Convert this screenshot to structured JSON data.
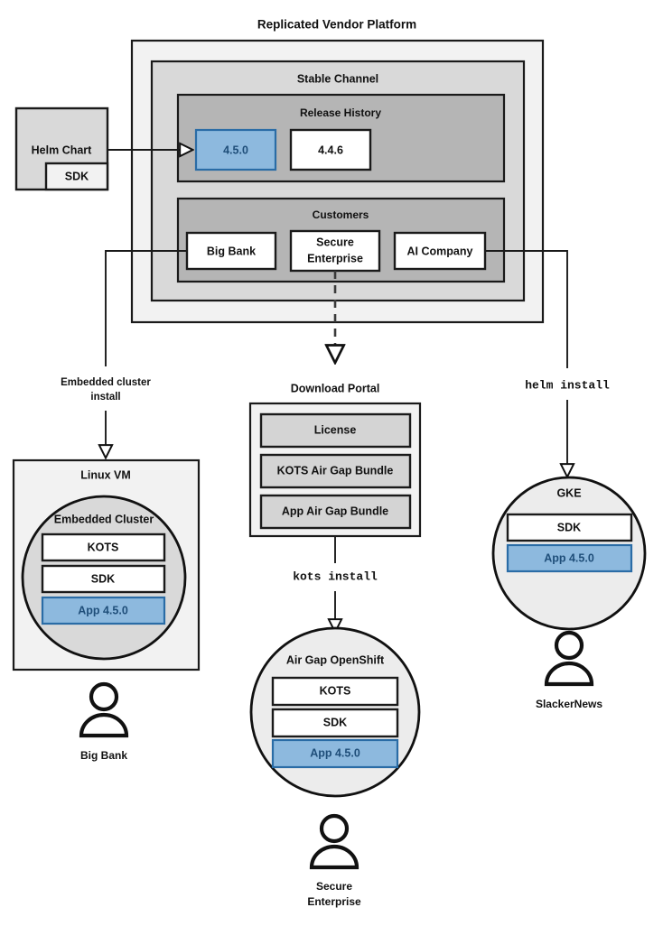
{
  "title": "Replicated Vendor Platform",
  "colors": {
    "accent_blue_fill": "#8db9de",
    "accent_blue_stroke": "#2a6ca6",
    "accent_blue_text": "#1f4e79",
    "outer_panel": "#f2f2f2",
    "mid_panel": "#d9d9d9",
    "inner_panel": "#b5b5b5",
    "line": "#1a1a1a"
  },
  "source": {
    "helm_chart_label": "Helm Chart",
    "sdk_label": "SDK"
  },
  "platform": {
    "channel_label": "Stable Channel",
    "release_history": {
      "label": "Release History",
      "releases": [
        {
          "version": "4.5.0",
          "highlighted": true
        },
        {
          "version": "4.4.6",
          "highlighted": false
        }
      ]
    },
    "customers": {
      "label": "Customers",
      "items": [
        {
          "name": "Big Bank"
        },
        {
          "name": "Secure\nEnterprise",
          "line1": "Secure",
          "line2": "Enterprise"
        },
        {
          "name": "AI Company"
        }
      ]
    }
  },
  "flows": {
    "embedded_cluster_install": {
      "line1": "Embedded cluster",
      "line2": "install"
    },
    "kots_install": "kots install",
    "helm_install": "helm install"
  },
  "targets": {
    "linux_vm": {
      "title": "Linux VM",
      "cluster_label": "Embedded Cluster",
      "components": [
        {
          "label": "KOTS",
          "highlighted": false
        },
        {
          "label": "SDK",
          "highlighted": false
        },
        {
          "label": "App 4.5.0",
          "highlighted": true
        }
      ],
      "customer": "Big Bank"
    },
    "download_portal": {
      "title": "Download Portal",
      "artifacts": [
        {
          "label": "License"
        },
        {
          "label": "KOTS Air Gap Bundle"
        },
        {
          "label": "App Air Gap Bundle"
        }
      ]
    },
    "air_gap_openshift": {
      "title": "Air Gap OpenShift",
      "components": [
        {
          "label": "KOTS",
          "highlighted": false
        },
        {
          "label": "SDK",
          "highlighted": false
        },
        {
          "label": "App 4.5.0",
          "highlighted": true
        }
      ],
      "customer_line1": "Secure",
      "customer_line2": "Enterprise"
    },
    "gke": {
      "title": "GKE",
      "components": [
        {
          "label": "SDK",
          "highlighted": false
        },
        {
          "label": "App 4.5.0",
          "highlighted": true
        }
      ],
      "customer": "SlackerNews"
    }
  }
}
